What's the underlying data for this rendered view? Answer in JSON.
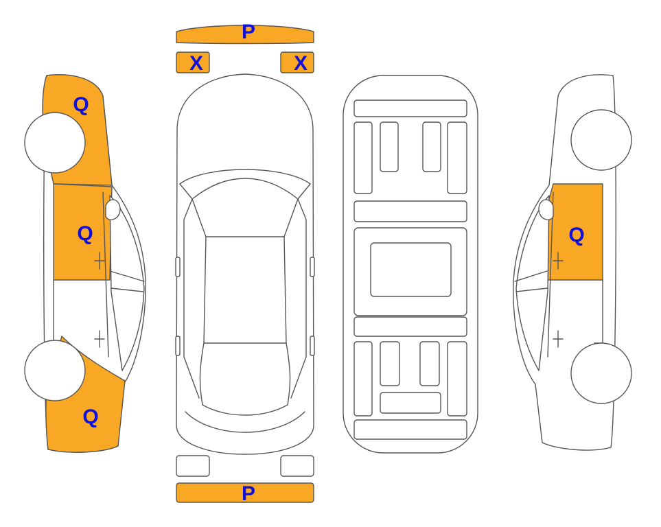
{
  "colors": {
    "highlight": "#F9A825",
    "marker_text": "#1010D8",
    "outline": "#555555",
    "background": "#FFFFFF"
  },
  "markers": {
    "front_bumper": "P",
    "rear_bumper": "P",
    "left_headlight": "X",
    "right_headlight": "X",
    "left_front_fender": "Q",
    "left_front_door": "Q",
    "left_rear_quarter": "Q",
    "right_front_door": "Q"
  }
}
